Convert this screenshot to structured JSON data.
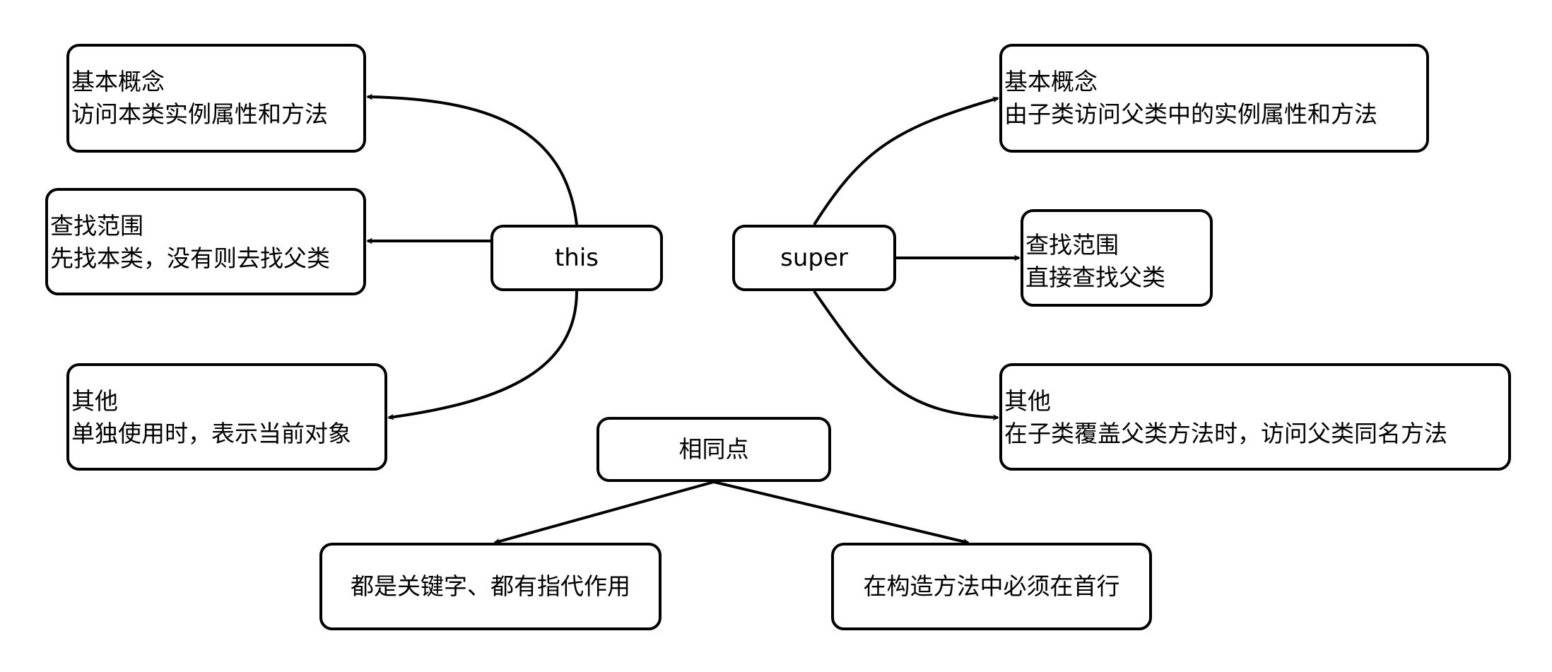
{
  "colors": {
    "stroke": "#000000",
    "background": "#ffffff"
  },
  "hubs": {
    "this": "this",
    "super": "super",
    "common": "相同点"
  },
  "this_branches": [
    {
      "title": "基本概念",
      "text": "访问本类实例属性和方法"
    },
    {
      "title": "查找范围",
      "text": "先找本类，没有则去找父类"
    },
    {
      "title": "其他",
      "text": "单独使用时，表示当前对象"
    }
  ],
  "super_branches": [
    {
      "title": "基本概念",
      "text": "由子类访问父类中的实例属性和方法"
    },
    {
      "title": "查找范围",
      "text": "直接查找父类"
    },
    {
      "title": "其他",
      "text": "在子类覆盖父类方法时，访问父类同名方法"
    }
  ],
  "common_points": [
    "都是关键字、都有指代作用",
    "在构造方法中必须在首行"
  ]
}
